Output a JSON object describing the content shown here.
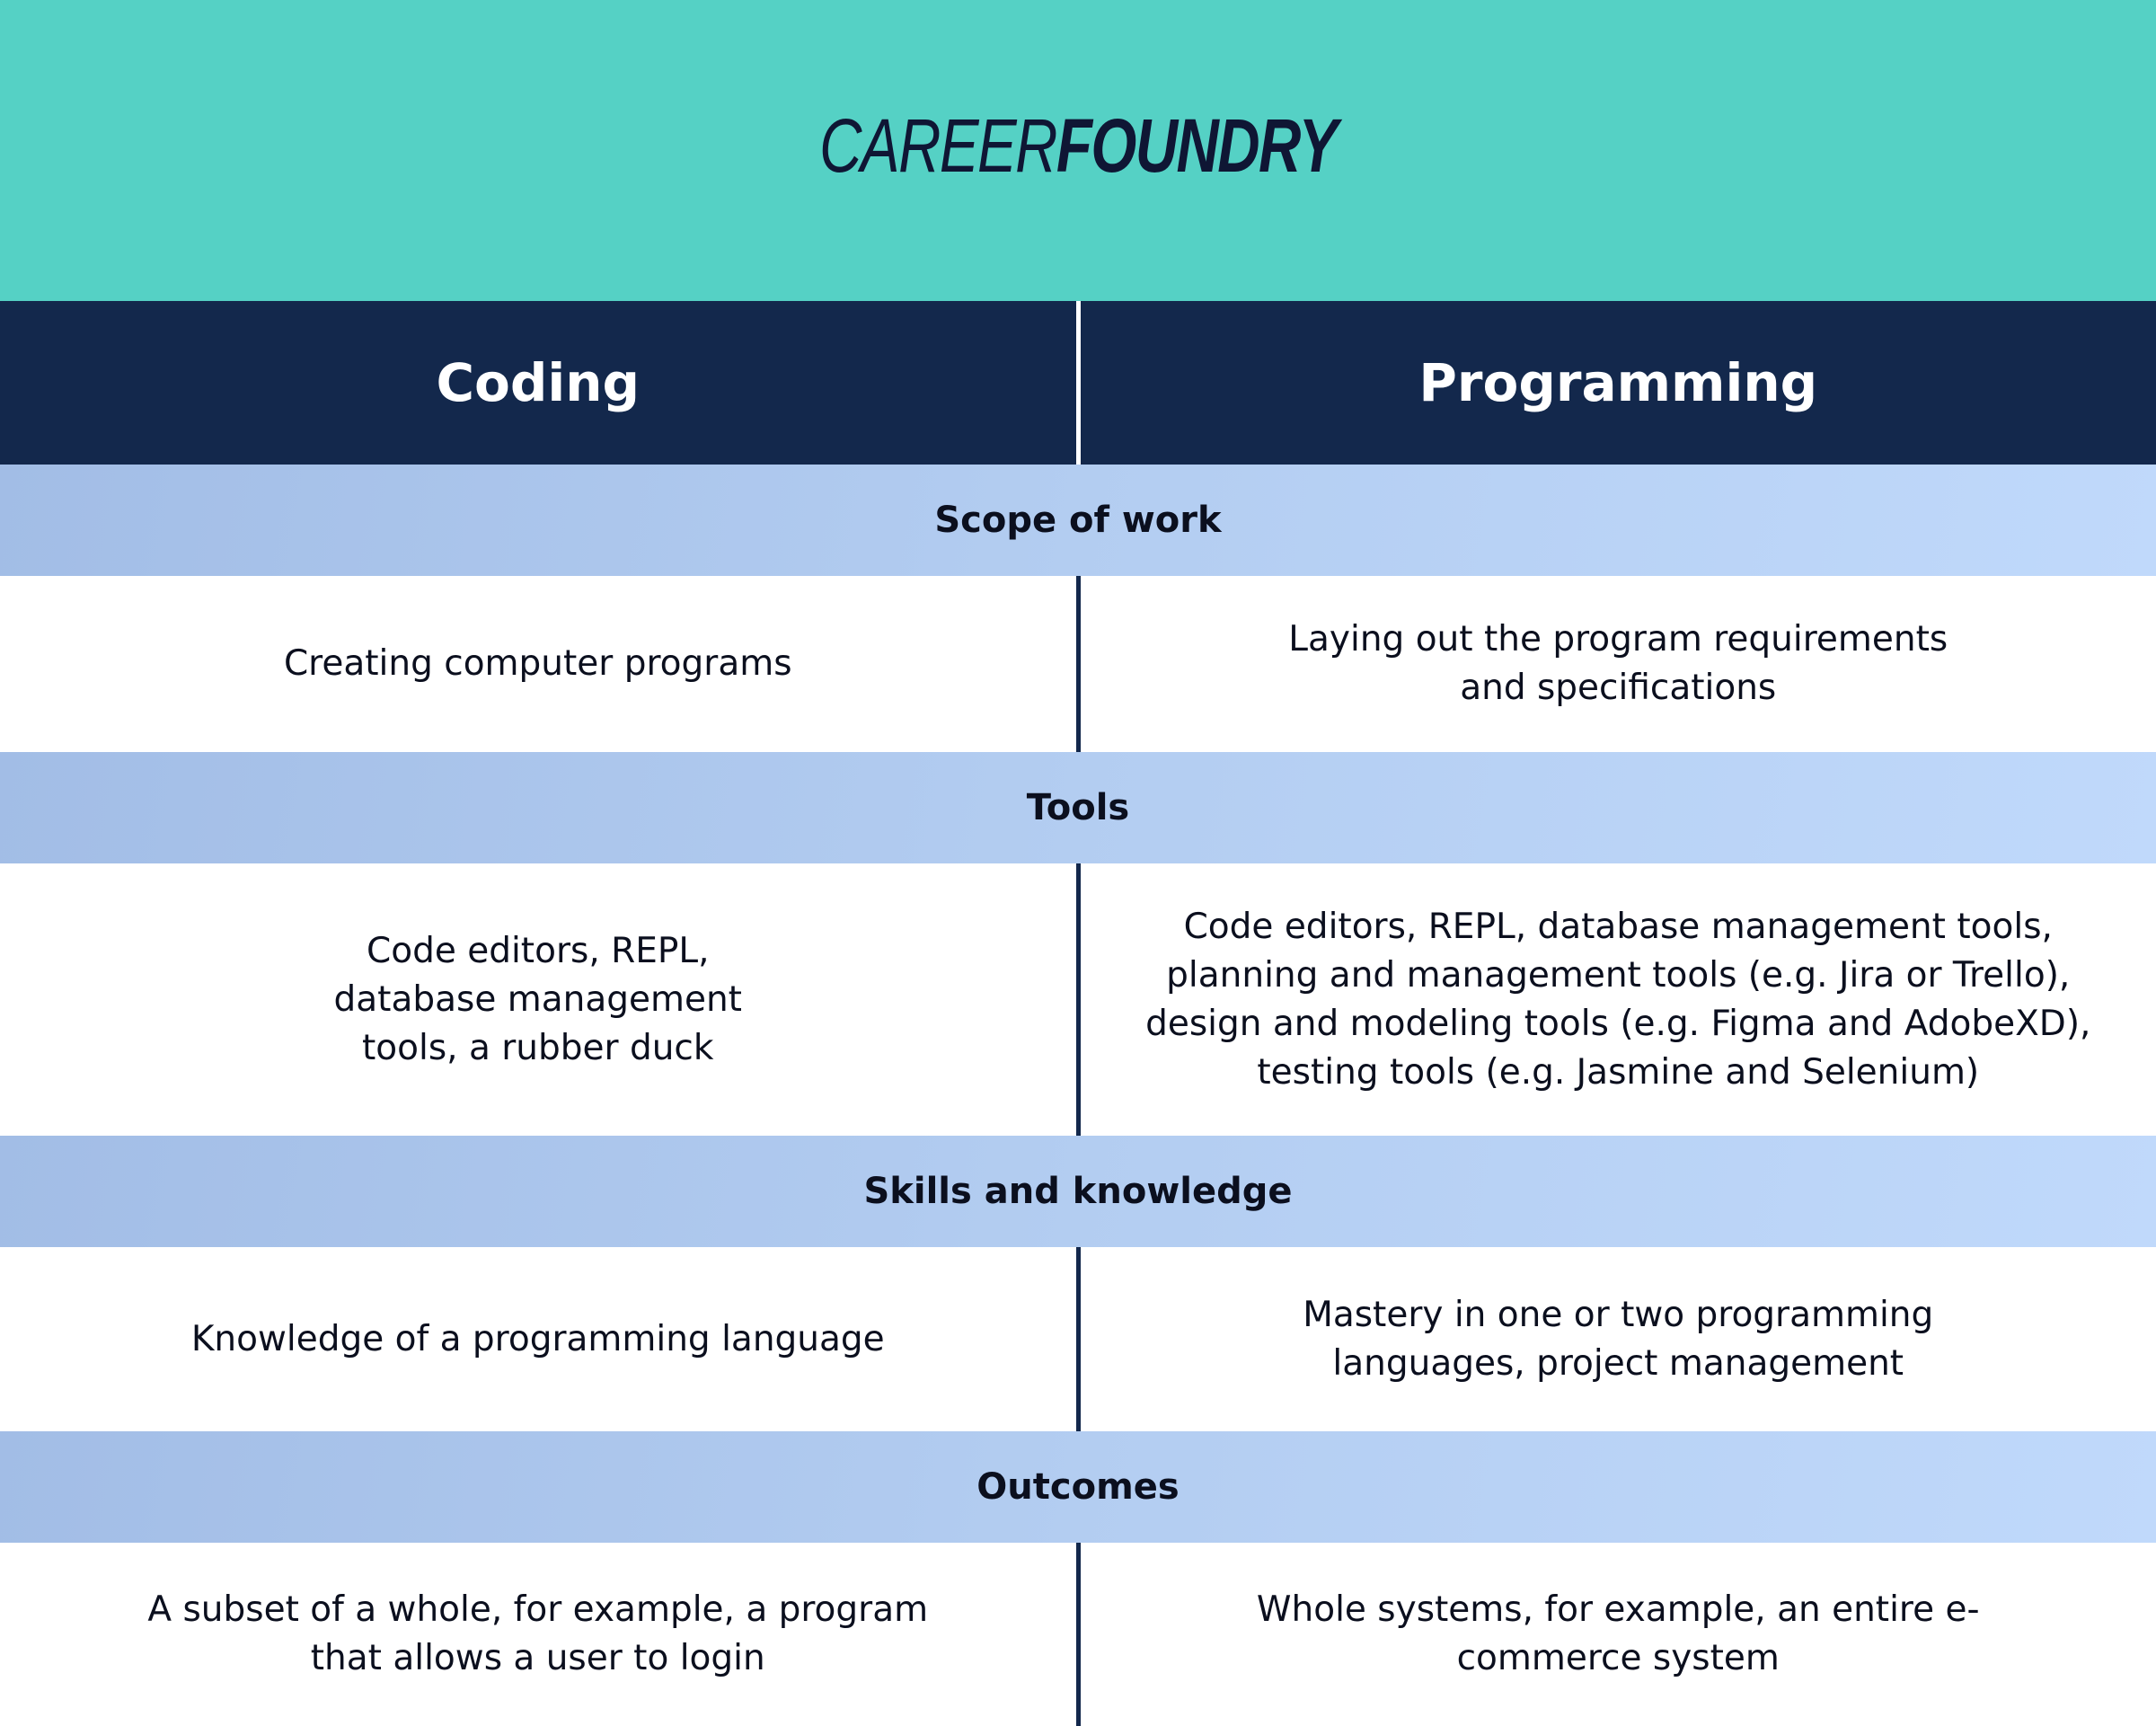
{
  "brand": {
    "logo_light": "CAREER",
    "logo_bold": "FOUNDRY"
  },
  "colors": {
    "header_teal": "#55d1c5",
    "column_header_navy": "#13284c",
    "band_blue": "#b3cdf1"
  },
  "columns": [
    "Coding",
    "Programming"
  ],
  "sections": [
    {
      "title": "Scope of work",
      "coding": "Creating computer programs",
      "programming": "Laying out the program requirements\nand specifications"
    },
    {
      "title": "Tools",
      "coding": "Code editors, REPL,\ndatabase management\ntools, a rubber duck",
      "programming": "Code editors, REPL, database management tools,\nplanning and management tools (e.g. Jira or Trello),\ndesign and modeling tools (e.g. Figma and AdobeXD),\ntesting tools (e.g. Jasmine and Selenium)"
    },
    {
      "title": "Skills and knowledge",
      "coding": "Knowledge of a programming language",
      "programming": "Mastery in one or two programming\nlanguages, project management"
    },
    {
      "title": "Outcomes",
      "coding": "A subset of a whole, for example, a program\nthat allows a user to login",
      "programming": "Whole systems, for example, an entire e-\ncommerce system"
    }
  ]
}
